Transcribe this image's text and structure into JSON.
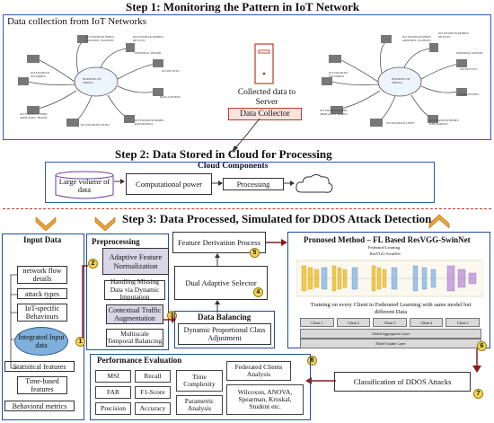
{
  "step1": {
    "title": "Step 1: Monitoring the Pattern in IoT Network",
    "subtitle": "Data collection from IoT Networks",
    "collected": "Collected data to Server",
    "collector": "Data Collector",
    "iot_labels_left": [
      "IOT ENABLED SHOPS, AIRPORTS, STATIONS",
      "IOT ENABLED MOBILE DEVICES",
      "IOT ENABLED FACTORIES",
      "INTERNET OF THINGS",
      "PERSONAL SENSOR",
      "IOT DEVICES",
      "DATA CENTERS",
      "IOT ENABLED SHIPS, AIRPLANES, TRAINS",
      "IOT ENABLED CITIES",
      "IOT ENABLED HOMES & BUILDINGS"
    ],
    "iot_labels_right": [
      "IOT ENABLED SHOPS, AIRPORTS, STATIONS",
      "IOT ENABLED MOBILE DEVICES",
      "IOT ENABLED FACTORIES",
      "INTERNET OF THINGS",
      "PERSONAL SENSOR",
      "IOT DEVICES",
      "DATA CENTERS",
      "IOT ENABLED SHIPS, AIRPLANES, TRAINS",
      "IOT ENABLED CITIES",
      "IOT ENABLED HOMES & BUILDINGS"
    ]
  },
  "step2": {
    "title": "Step 2: Data Stored in Cloud for Processing",
    "components_title": "Cloud Components",
    "large_volume": "Large volume of data",
    "computational": "Computational power",
    "processing": "Processing"
  },
  "step3": {
    "title": "Step 3: Data Processed, Simulated for DDOS Attack Detection"
  },
  "input": {
    "title": "Input Data",
    "network_flow": "network flow details",
    "attack_types": "attack types",
    "iot_specific": "IoT-specific Behaviours",
    "integrated": "Integrated Input data",
    "statistical": "Statistical features",
    "time_based": "Time-based features",
    "behavioral": "Behavioral metrics"
  },
  "preproc": {
    "title": "Preprocessing",
    "adaptive": "Adaptive Feature Normalization",
    "handling": "Handling Missing Data via Dynamic Imputation",
    "contextual": "Contextual Traffic Augmentation",
    "multiscale": "Multiscale Temporal Balancing"
  },
  "feature_derivation": "Feature Derivation Process",
  "dual_adaptive": "Dual Adaptive Selector",
  "balancing": {
    "title": "Data Balancing",
    "dynamic": "Dynamic Proportional Class Adjustment"
  },
  "proposed": {
    "title": "Pronosed Method – FL Based ResVGG-SwinNet",
    "sub1": "Federated Learning",
    "sub2": "ResVGG-SwinNet",
    "training": "Training on every Client in Federated Learning with same model but different Data",
    "clients": [
      "Client 1",
      "Client 2",
      "Client 3",
      "Client 4",
      "Client 5"
    ],
    "global": "Global Aggregation Layer",
    "update": "Model Update Layer"
  },
  "classification": "Classification of DDOS Attacks",
  "perf": {
    "title": "Performance Evaluation",
    "msi": "MSI",
    "recall": "Recall",
    "far": "FAR",
    "f1": "F1-Score",
    "precision": "Precision",
    "accuracy": "Accuracy",
    "time": "Time Complexity",
    "parametric": "Parametric Analysis"
  },
  "federated_clients": "Federated Clients Analysis",
  "stats": "Wilcoxon, ANOVA, Spearman, Kruskal, Student etc.",
  "numbers": [
    "1",
    "2",
    "3",
    "4",
    "5",
    "6",
    "7",
    "8"
  ],
  "colors": {
    "dashed_red": "#c0392b",
    "arrow_red": "#8b1a1a",
    "blue_border": "#1f4e9c",
    "chevron": "#e8a33c"
  }
}
